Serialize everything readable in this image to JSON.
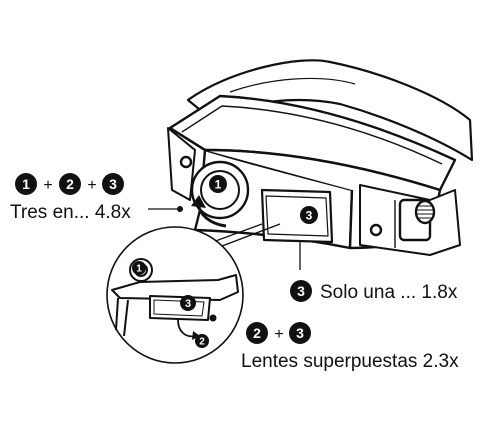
{
  "callouts": {
    "all_three": {
      "badges": [
        "1",
        "2",
        "3"
      ],
      "operators": [
        "+",
        "+"
      ],
      "text": "Tres en... 4.8x"
    },
    "only_three": {
      "badge": "3",
      "text": "Solo una ... 1.8x"
    },
    "two_and_three": {
      "badges": [
        "2",
        "3"
      ],
      "operator": "+",
      "text": "Lentes superpuestas 2.3x"
    }
  },
  "device_markers": {
    "main_lens": "1",
    "main_plate": "3",
    "detail_lens": "1",
    "detail_plate": "3",
    "detail_arrow": "2"
  }
}
